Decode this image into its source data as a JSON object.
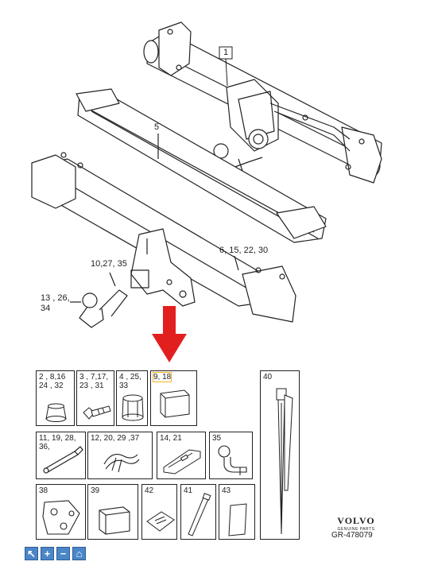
{
  "callouts": {
    "c1": "1",
    "c5": "5",
    "c6": "6, 15, 22, 30",
    "c10": "10,27, 35",
    "c13a": "13 , 26,",
    "c13b": "34"
  },
  "parts_grid": [
    {
      "id": "cell-2",
      "label": "2 , 8,16\n24 , 32"
    },
    {
      "id": "cell-3",
      "label": "3 , 7,17,\n23 , 31"
    },
    {
      "id": "cell-4",
      "label": "4 , 25,\n33"
    },
    {
      "id": "cell-9",
      "label": "9, 18"
    },
    {
      "id": "cell-11",
      "label": "11, 19, 28,\n36,"
    },
    {
      "id": "cell-12",
      "label": "12, 20, 29 ,37"
    },
    {
      "id": "cell-14",
      "label": "14, 21"
    },
    {
      "id": "cell-35",
      "label": "35"
    },
    {
      "id": "cell-38",
      "label": "38"
    },
    {
      "id": "cell-39",
      "label": "39"
    },
    {
      "id": "cell-42",
      "label": "42"
    },
    {
      "id": "cell-41",
      "label": "41"
    },
    {
      "id": "cell-43",
      "label": "43"
    },
    {
      "id": "cell-40",
      "label": "40"
    }
  ],
  "logo": {
    "brand": "VOLVO",
    "sub": "GENUINE PARTS"
  },
  "reference": "GR-478079",
  "toolbar": [
    {
      "name": "cursor-icon",
      "glyph": "↖"
    },
    {
      "name": "zoom-in-icon",
      "glyph": "+"
    },
    {
      "name": "zoom-out-icon",
      "glyph": "−"
    },
    {
      "name": "home-icon",
      "glyph": "⌂"
    }
  ],
  "colors": {
    "arrow": "#e21f1f",
    "toolbar": "#4a86c8",
    "highlight": "#f0b429"
  }
}
